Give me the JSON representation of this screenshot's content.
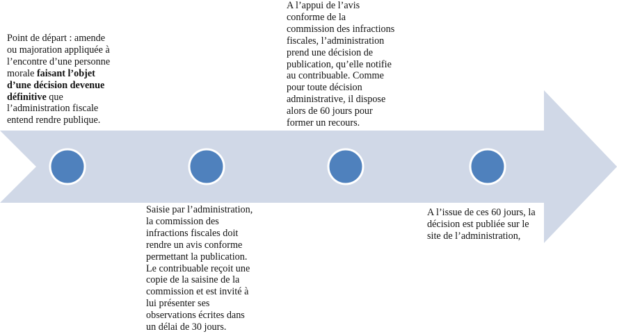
{
  "colors": {
    "arrow": "#d0d8e7",
    "milestone": "#4f81bd",
    "milestone_border": "#ffffff"
  },
  "steps": [
    {
      "lines": [
        [
          {
            "t": "Point de départ : amende"
          }
        ],
        [
          {
            "t": "ou majoration appliquée à"
          }
        ],
        [
          {
            "t": "l’encontre d’une personne"
          }
        ],
        [
          {
            "t": "morale "
          },
          {
            "t": "faisant l’objet",
            "b": true
          }
        ],
        [
          {
            "t": "d’une décision devenue",
            "b": true
          }
        ],
        [
          {
            "t": "définitive",
            "b": true
          },
          {
            "t": " que"
          }
        ],
        [
          {
            "t": "l’administration fiscale"
          }
        ],
        [
          {
            "t": "entend rendre publique."
          }
        ]
      ]
    },
    {
      "lines": [
        [
          {
            "t": "Saisie par l’administration,"
          }
        ],
        [
          {
            "t": "la commission des"
          }
        ],
        [
          {
            "t": "infractions fiscales doit"
          }
        ],
        [
          {
            "t": "rendre un avis conforme"
          }
        ],
        [
          {
            "t": "permettant la publication."
          }
        ],
        [
          {
            "t": "Le contribuable reçoit une"
          }
        ],
        [
          {
            "t": "copie de la saisine de la"
          }
        ],
        [
          {
            "t": "commission et est invité à"
          }
        ],
        [
          {
            "t": "lui présenter ses"
          }
        ],
        [
          {
            "t": "observations écrites dans"
          }
        ],
        [
          {
            "t": "un délai de 30 jours."
          }
        ]
      ]
    },
    {
      "lines": [
        [
          {
            "t": "A l’appui de l’avis"
          }
        ],
        [
          {
            "t": "conforme de la"
          }
        ],
        [
          {
            "t": "commission des infractions"
          }
        ],
        [
          {
            "t": "fiscales, l’administration"
          }
        ],
        [
          {
            "t": "prend une décision de"
          }
        ],
        [
          {
            "t": "publication, qu’elle notifie"
          }
        ],
        [
          {
            "t": "au contribuable. Comme"
          }
        ],
        [
          {
            "t": "pour toute décision"
          }
        ],
        [
          {
            "t": "administrative, il dispose"
          }
        ],
        [
          {
            "t": "alors de 60 jours pour"
          }
        ],
        [
          {
            "t": "former un recours."
          }
        ]
      ]
    },
    {
      "lines": [
        [
          {
            "t": "A l’issue de ces 60 jours, la"
          }
        ],
        [
          {
            "t": "décision est publiée sur le"
          }
        ],
        [
          {
            "t": "site de l’administration,"
          }
        ]
      ]
    }
  ]
}
